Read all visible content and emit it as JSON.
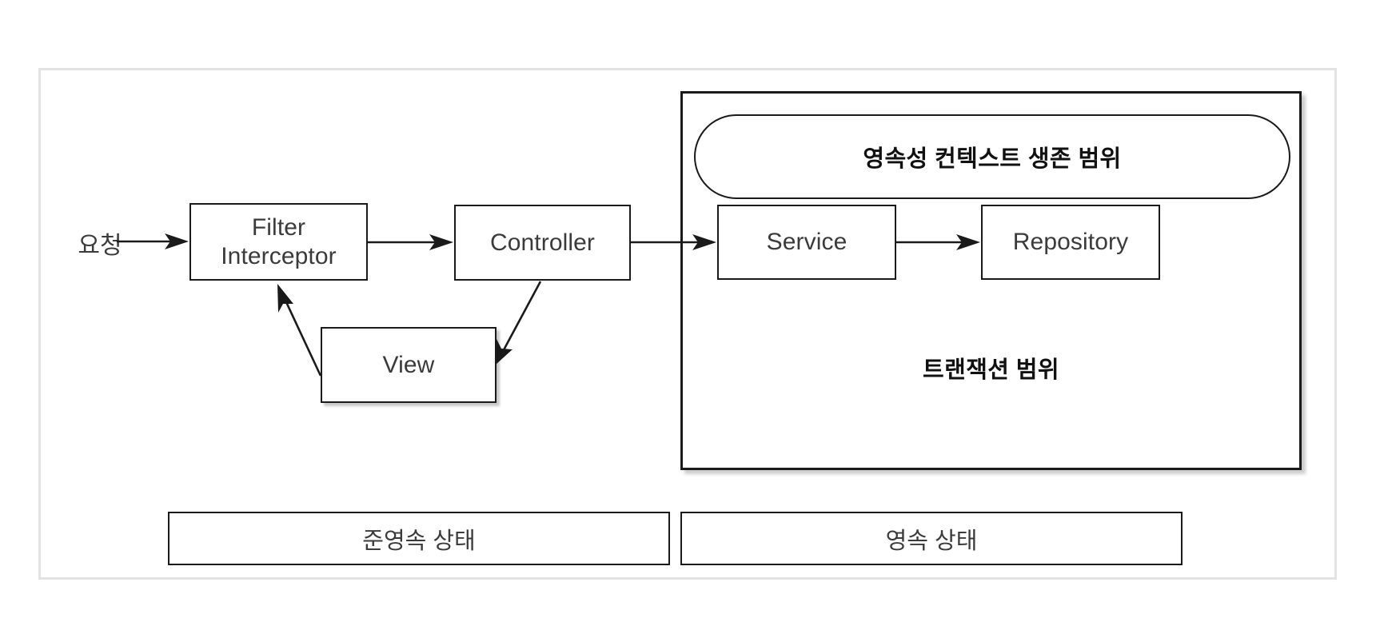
{
  "diagram": {
    "title": "Spring MVC persistence context scope diagram",
    "request_label": "요청",
    "nodes": {
      "filter": "Filter\nInterceptor",
      "controller": "Controller",
      "view": "View",
      "service": "Service",
      "repository": "Repository"
    },
    "persistence_context_scope": "영속성 컨텍스트 생존 범위",
    "transaction_scope": "트랜잭션 범위",
    "states": {
      "detached": "준영속 상태",
      "persisted": "영속 상태"
    }
  },
  "colors": {
    "stroke": "#1a1a1a",
    "text": "#3b3b3b",
    "bold_text": "#111111",
    "outer_frame": "#e3e3e5",
    "background": "#ffffff"
  },
  "connections": [
    {
      "from": "요청",
      "to": "Filter Interceptor",
      "style": "straight-horizontal"
    },
    {
      "from": "Filter Interceptor",
      "to": "Controller",
      "style": "straight-horizontal"
    },
    {
      "from": "Controller",
      "to": "View",
      "style": "diagonal-down-left"
    },
    {
      "from": "View",
      "to": "Filter Interceptor",
      "style": "diagonal-up-left"
    },
    {
      "from": "Controller",
      "to": "Service",
      "style": "straight-horizontal"
    },
    {
      "from": "Service",
      "to": "Repository",
      "style": "straight-horizontal"
    }
  ]
}
